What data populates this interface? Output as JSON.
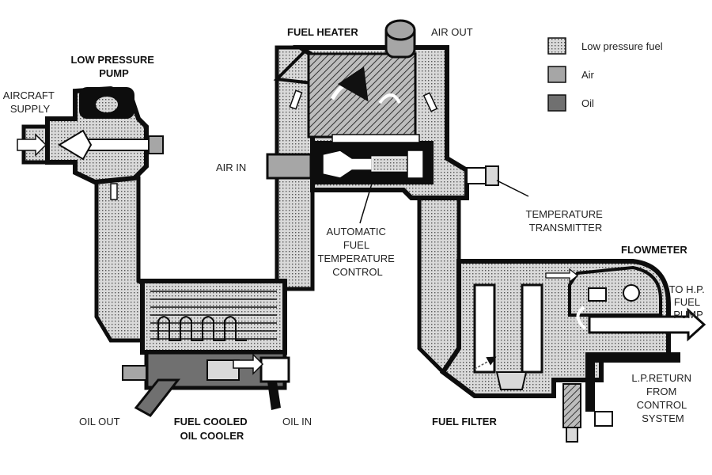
{
  "labels": {
    "fuel_heater": "FUEL HEATER",
    "air_out": "AIR OUT",
    "low_pressure_pump": [
      "LOW PRESSURE",
      "PUMP"
    ],
    "aircraft_supply": [
      "AIRCRAFT",
      "SUPPLY"
    ],
    "air_in": "AIR IN",
    "automatic_control": [
      "AUTOMATIC",
      "FUEL",
      "TEMPERATURE",
      "CONTROL"
    ],
    "temperature_transmitter": [
      "TEMPERATURE",
      "TRANSMITTER"
    ],
    "flowmeter": "FLOWMETER",
    "to_hp_fuel_pump": [
      "TO H.P.",
      "FUEL",
      "PUMP"
    ],
    "lp_return": [
      "L.P.RETURN",
      "FROM",
      "CONTROL",
      "SYSTEM"
    ],
    "oil_out": "OIL OUT",
    "oil_in": "OIL IN",
    "fuel_cooled_oil_cooler": [
      "FUEL COOLED",
      "OIL COOLER"
    ],
    "fuel_filter": "FUEL FILTER"
  },
  "legend": [
    {
      "label": "Low pressure fuel",
      "pattern": "fuel"
    },
    {
      "label": "Air",
      "pattern": "air"
    },
    {
      "label": "Oil",
      "pattern": "oil"
    }
  ],
  "colors": {
    "fuel_base": "#d9d9d9",
    "fuel_dot": "#555555",
    "air": "#a6a6a6",
    "oil": "#707070",
    "wall": "#0d0d0d"
  }
}
